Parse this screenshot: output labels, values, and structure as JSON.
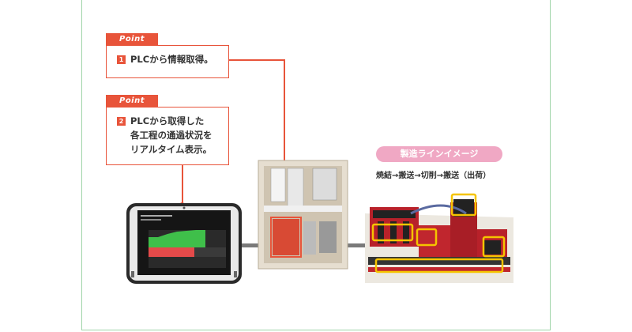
{
  "points": [
    {
      "tag": "Point",
      "number": "1",
      "lines": [
        "PLCから情報取得。"
      ]
    },
    {
      "tag": "Point",
      "number": "2",
      "lines": [
        "PLCから取得した",
        "各工程の通過状況を",
        "リアルタイム表示。"
      ]
    }
  ],
  "line_label": "製造ラインイメージ",
  "process_flow": "焼結→搬送→切削→搬送（出荷）",
  "colors": {
    "accent": "#e8543a",
    "pill": "#f0a8c4",
    "frame": "#9fd4a8"
  }
}
